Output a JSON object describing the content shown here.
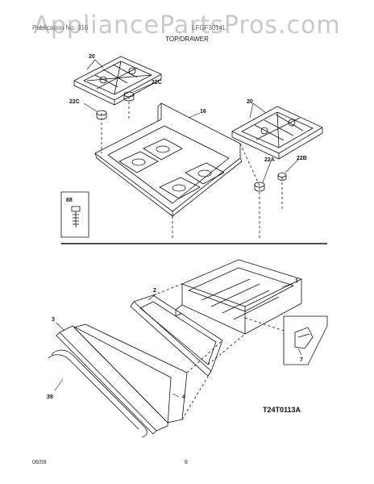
{
  "watermark": "AppliancePartsPros.com",
  "header": {
    "left_text": "Publication No. 316",
    "right_text": "LFGF3014L",
    "section_title": "TOP/DRAWER"
  },
  "labels": {
    "grate_left": "20",
    "grate_right": "20",
    "foot_22c_a": "22C",
    "foot_22c_b": "22C",
    "cooktop": "16",
    "foot_22a": "22A",
    "foot_22b": "22B",
    "screw": "88",
    "drawer_body": "1",
    "drawer_frame": "2",
    "drawer_front": "3",
    "drawer_panel": "4",
    "roller": "7",
    "handle": "39"
  },
  "diagram_code": "T24T0113A",
  "footer": {
    "date": "06/09",
    "page": "8"
  },
  "colors": {
    "line": "#111111",
    "watermark": "#c9c9c9"
  }
}
